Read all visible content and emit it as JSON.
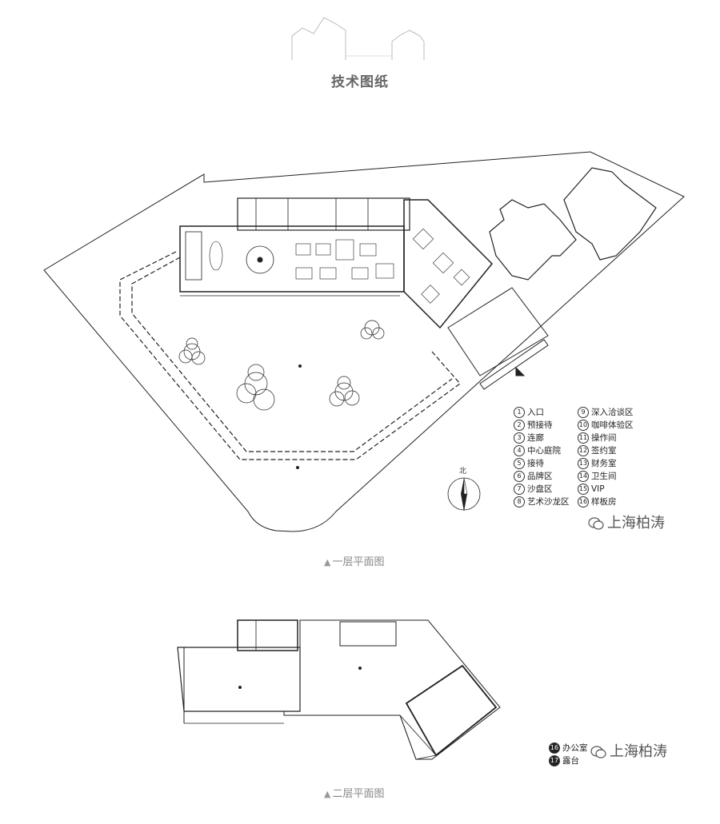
{
  "header": {
    "title": "技术图纸"
  },
  "plan1": {
    "caption_mark": "▲",
    "caption": "一层平面图",
    "north_label": "北",
    "legend_left": [
      {
        "num": "1",
        "label": "入口"
      },
      {
        "num": "2",
        "label": "预接待"
      },
      {
        "num": "3",
        "label": "连廊"
      },
      {
        "num": "4",
        "label": "中心庭院"
      },
      {
        "num": "5",
        "label": "接待"
      },
      {
        "num": "6",
        "label": "品牌区"
      },
      {
        "num": "7",
        "label": "沙盘区"
      },
      {
        "num": "8",
        "label": "艺术沙龙区"
      }
    ],
    "legend_right": [
      {
        "num": "9",
        "label": "深入洽谈区"
      },
      {
        "num": "10",
        "label": "咖啡体验区"
      },
      {
        "num": "11",
        "label": "操作间"
      },
      {
        "num": "12",
        "label": "签约室"
      },
      {
        "num": "13",
        "label": "财务室"
      },
      {
        "num": "14",
        "label": "卫生间"
      },
      {
        "num": "15",
        "label": "VIP"
      },
      {
        "num": "16",
        "label": "样板房"
      }
    ],
    "watermark": "上海柏涛"
  },
  "plan2": {
    "caption_mark": "▲",
    "caption": "二层平面图",
    "legend": [
      {
        "num": "16",
        "label": "办公室"
      },
      {
        "num": "17",
        "label": "露台"
      }
    ],
    "watermark": "上海柏涛"
  },
  "colors": {
    "line": "#222222",
    "light_line": "#999999",
    "caption": "#888888"
  }
}
